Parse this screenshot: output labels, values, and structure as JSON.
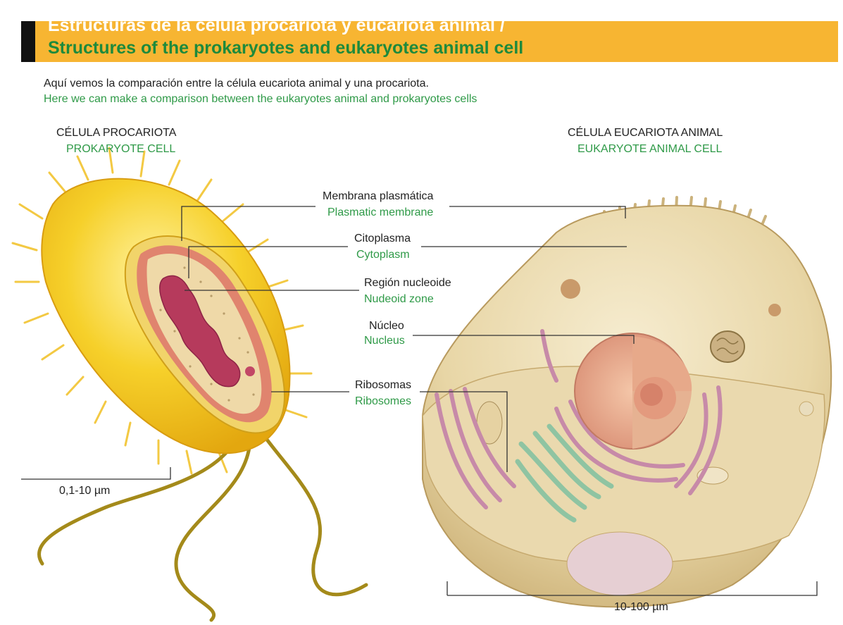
{
  "header": {
    "title_es": "Estructuras de la célula procariota y eucariota animal /",
    "title_en": "Structures of the prokaryotes and eukaryotes animal cell"
  },
  "intro": {
    "es": "Aquí vemos la comparación entre la célula eucariota animal y una procariota.",
    "en": "Here we can make a comparison between the eukaryotes animal and prokaryotes cells"
  },
  "prokaryote": {
    "title_es": "CÉLULA PROCARIOTA",
    "title_en": "PROKARYOTE CELL",
    "scale": "0,1-10 µm"
  },
  "eukaryote": {
    "title_es": "CÉLULA EUCARIOTA ANIMAL",
    "title_en": "EUKARYOTE ANIMAL CELL",
    "scale": "10-100 µm"
  },
  "labels": [
    {
      "es": "Membrana plasmática",
      "en": "Plasmatic membrane"
    },
    {
      "es": "Citoplasma",
      "en": "Cytoplasm"
    },
    {
      "es": "Región nucleoide",
      "en": "Nudeoid zone"
    },
    {
      "es": "Núcleo",
      "en": "Nucleus"
    },
    {
      "es": "Ribosomas",
      "en": "Ribosomes"
    }
  ],
  "colors": {
    "header": "#f7b532",
    "english_text": "#2f9a48",
    "prokaryote_body": "#f2c31a",
    "eukaryote_body": "#e6d4a8"
  }
}
